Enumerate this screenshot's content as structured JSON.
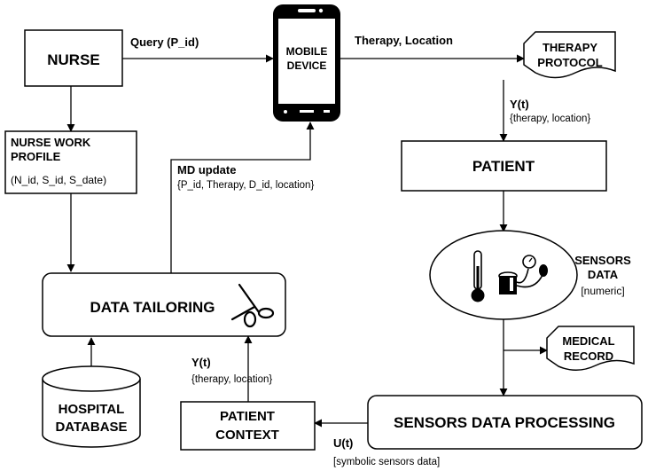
{
  "nodes": {
    "nurse": "NURSE",
    "mobile_device": [
      "MOBILE",
      "DEVICE"
    ],
    "therapy_protocol": [
      "THERAPY",
      "PROTOCOL"
    ],
    "nurse_work_profile": {
      "title": [
        "NURSE WORK",
        "PROFILE"
      ],
      "fields": "(N_id, S_id, S_date)"
    },
    "patient": "PATIENT",
    "sensors_data": {
      "title": [
        "SENSORS",
        "DATA"
      ],
      "type": "[numeric]"
    },
    "data_tailoring": "DATA TAILORING",
    "medical_record": [
      "MEDICAL",
      "RECORD"
    ],
    "hospital_database": [
      "HOSPITAL",
      "DATABASE"
    ],
    "patient_context": [
      "PATIENT",
      "CONTEXT"
    ],
    "sensors_data_processing": "SENSORS DATA PROCESSING"
  },
  "edges": {
    "query": "Query (P_id)",
    "therapy_location": "Therapy, Location",
    "yt_top": {
      "title": "Y(t)",
      "detail": "{therapy, location}"
    },
    "md_update": {
      "title": "MD update",
      "detail": "{P_id, Therapy, D_id, location}"
    },
    "yt_bottom": {
      "title": "Y(t)",
      "detail": "{therapy, location}"
    },
    "ut": {
      "title": "U(t)",
      "detail": "[symbolic sensors data]"
    }
  },
  "icons": [
    "smartphone-icon",
    "scissors-icon",
    "thermometer-icon",
    "blood-pressure-monitor-icon",
    "database-cylinder-icon",
    "document-icon"
  ]
}
